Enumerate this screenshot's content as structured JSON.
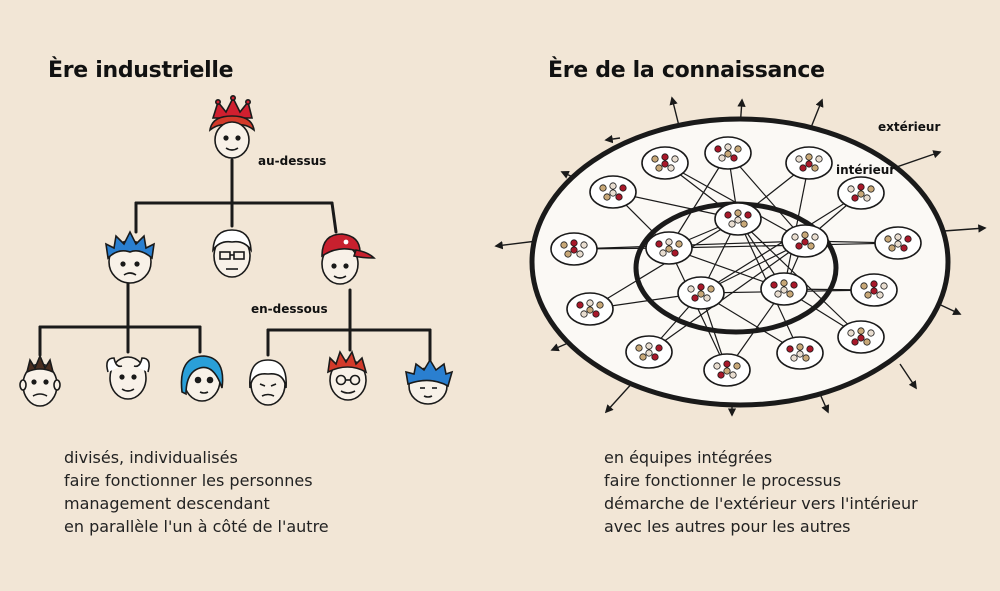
{
  "left": {
    "title": "Ère industrielle",
    "label_top": "au-dessus",
    "label_bottom": "en-dessous",
    "captions": [
      "divisés, individualisés",
      "faire fonctionner les personnes",
      "management descendant",
      "en parallèle l'un à côté de l'autre"
    ]
  },
  "right": {
    "title": "Ère de la connaissance",
    "label_outer": "extérieur",
    "label_inner": "intérieur",
    "captions": [
      "en équipes intégrées",
      "faire fonctionner le processus",
      "démarche de l'extérieur vers l'intérieur",
      "avec les autres pour les autres"
    ]
  },
  "colors": {
    "background": "#f2e6d6",
    "ink": "#1a1a1a",
    "disc": "#fbf9f5",
    "dot_red": "#a8182a",
    "dot_tan": "#c8a878",
    "hair_red": "#d23a2a",
    "hair_blue": "#2a7fd0",
    "crown": "#d01f2f"
  }
}
